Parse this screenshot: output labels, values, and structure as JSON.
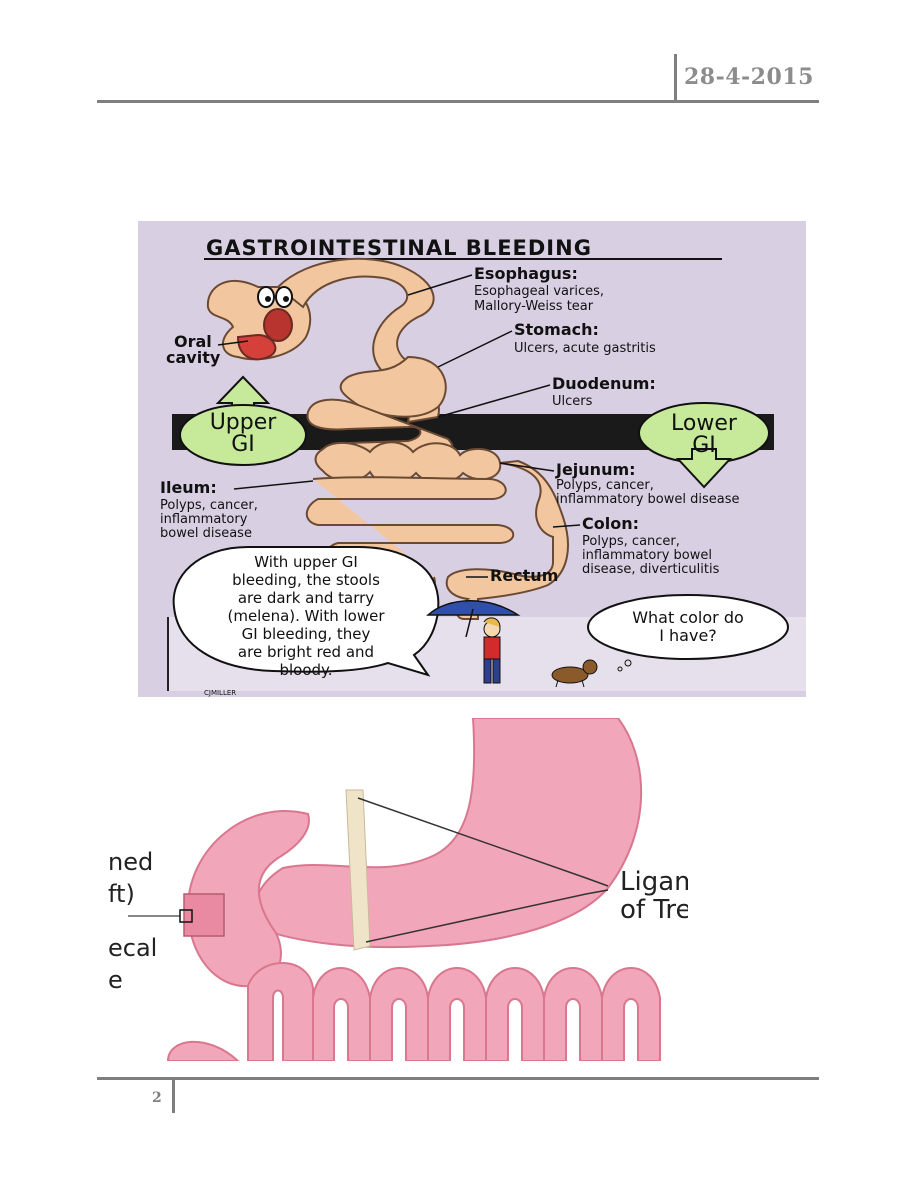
{
  "header": {
    "date": "28-4-2015"
  },
  "footer": {
    "page_number": "2"
  },
  "figure1": {
    "title": "GASTROINTESTINAL BLEEDING",
    "organs": [
      {
        "name": "Esophagus:",
        "desc": [
          "Esophageal varices,",
          "Mallory-Weiss tear"
        ]
      },
      {
        "name": "Stomach:",
        "desc": [
          "Ulcers, acute gastritis"
        ]
      },
      {
        "name": "Duodenum:",
        "desc": [
          "Ulcers"
        ]
      },
      {
        "name": "Jejunum:",
        "desc": [
          "Polyps, cancer,",
          "inflammatory bowel disease"
        ]
      },
      {
        "name": "Ileum:",
        "desc": [
          "Polyps, cancer,",
          "inflammatory",
          "bowel disease"
        ]
      },
      {
        "name": "Colon:",
        "desc": [
          "Polyps, cancer,",
          "inflammatory bowel",
          "disease, diverticulitis"
        ]
      },
      {
        "name": "Rectum",
        "desc": []
      }
    ],
    "oral_cavity": [
      "Oral",
      "cavity"
    ],
    "upper_gi": [
      "Upper",
      "GI"
    ],
    "lower_gi": [
      "Lower",
      "GI"
    ],
    "bubble_main": [
      "With upper GI",
      "bleeding, the stools",
      "are dark and tarry",
      "(melena). With lower",
      "GI bleeding, they",
      "are bright red and",
      "bloody."
    ],
    "bubble_dog": [
      "What color do",
      "I have?"
    ],
    "signature": "CJMILLER",
    "colors": {
      "background": "#d9cfe3",
      "bowel": "#f2c7a0",
      "band": "#1a1a1a",
      "arrow": "#c7ea9a"
    }
  },
  "figure2": {
    "label_lines": [
      "Ligament",
      "of Treitz"
    ],
    "cut_labels": [
      "ned",
      "ft)",
      "ecal",
      "e"
    ],
    "colors": {
      "tissue": "#f2a6ba",
      "dark": "#d9778f"
    }
  }
}
